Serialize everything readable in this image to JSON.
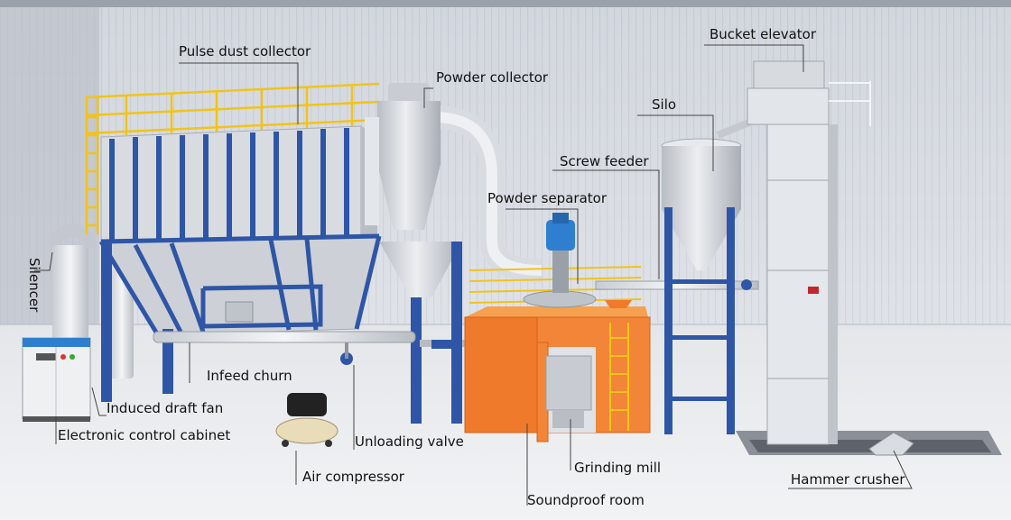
{
  "labels": {
    "pulse_dust_collector": "Pulse dust collector",
    "powder_collector": "Powder collector",
    "bucket_elevator": "Bucket elevator",
    "silo": "Silo",
    "screw_feeder": "Screw feeder",
    "powder_separator": "Powder separator",
    "silencer": "Silencer",
    "infeed_churn": "Infeed churn",
    "induced_draft_fan": "Induced draft fan",
    "electronic_control_cabinet": "Electronic control cabinet",
    "unloading_valve": "Unloading valve",
    "air_compressor": "Air compressor",
    "grinding_mill": "Grinding mill",
    "soundproof_room": "Soundproof room",
    "hammer_crusher": "Hammer crusher"
  },
  "colors": {
    "steel_blue": "#2f56a6",
    "safety_yellow": "#f2c318",
    "soundproof_orange": "#f07a2b",
    "panel_grey": "#d7dbe0",
    "leader_line": "#444444"
  }
}
